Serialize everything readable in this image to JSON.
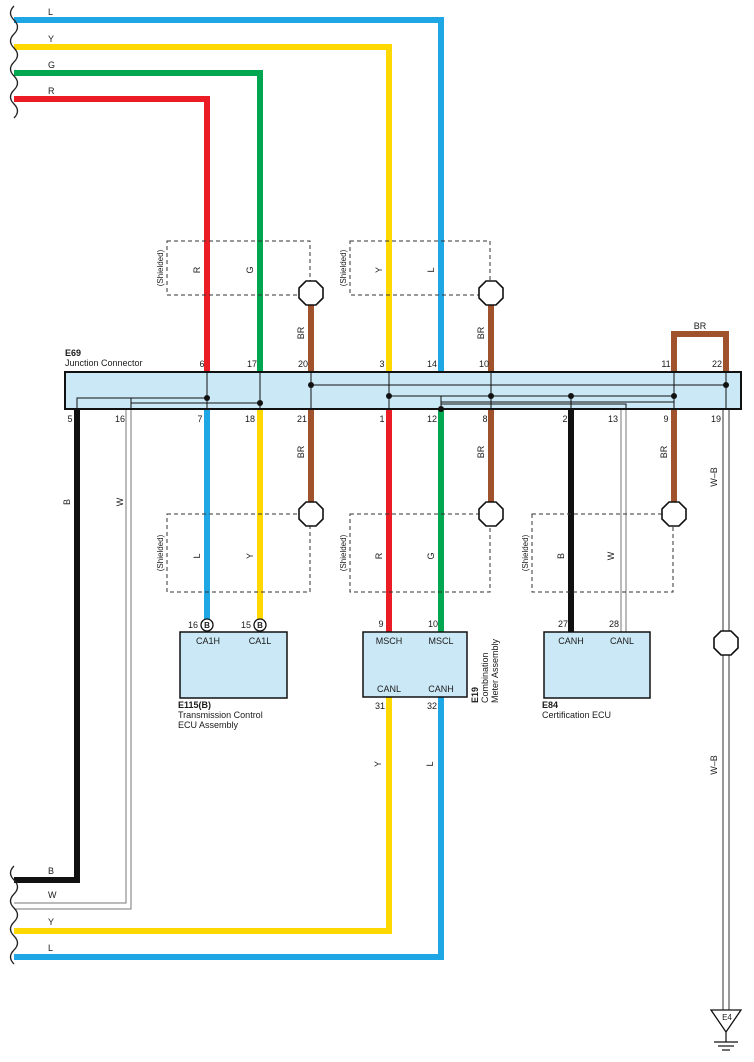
{
  "colors": {
    "L": "#1ea7e4",
    "Y": "#ffd800",
    "G": "#00a650",
    "R": "#ec1c24",
    "BR": "#a0522d",
    "B": "#111111",
    "W": "#888888",
    "connector_fill": "#cbe8f6"
  },
  "wire_labels": {
    "L": "L",
    "Y": "Y",
    "G": "G",
    "R": "R",
    "B": "B",
    "W": "W",
    "BR": "BR",
    "WB": "W–B"
  },
  "shielded": "(Shielded)",
  "junction": {
    "id": "E69",
    "name": "Junction Connector",
    "top_pins": [
      "6",
      "17",
      "20",
      "3",
      "14",
      "10",
      "11",
      "22"
    ],
    "bottom_pins": [
      "5",
      "16",
      "7",
      "18",
      "21",
      "1",
      "12",
      "8",
      "2",
      "13",
      "9",
      "19"
    ]
  },
  "tcm": {
    "id": "E115(B)",
    "name_line1": "Transmission Control",
    "name_line2": "ECU Assembly",
    "pins": [
      "16",
      "15"
    ],
    "pin_marker": "B",
    "terminals": [
      "CA1H",
      "CA1L"
    ]
  },
  "meter": {
    "id": "E19",
    "name_line1": "Combination",
    "name_line2": "Meter Assembly",
    "top_pins": [
      "9",
      "10"
    ],
    "top_terminals": [
      "MSCH",
      "MSCL"
    ],
    "bottom_terminals": [
      "CANL",
      "CANH"
    ],
    "bottom_pins": [
      "31",
      "32"
    ]
  },
  "cert": {
    "id": "E84",
    "name": "Certification ECU",
    "pins": [
      "27",
      "28"
    ],
    "terminals": [
      "CANH",
      "CANL"
    ]
  },
  "ground": {
    "id": "E4"
  }
}
